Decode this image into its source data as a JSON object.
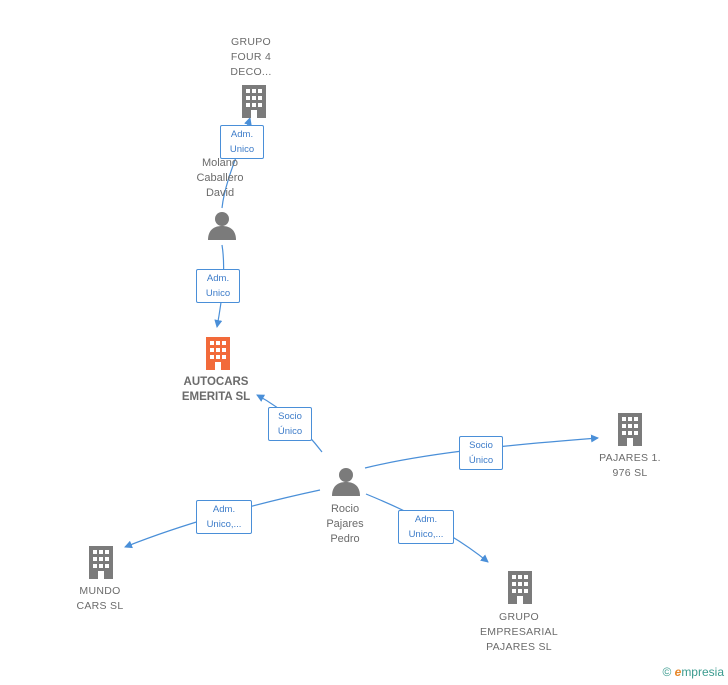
{
  "colors": {
    "edge": "#4a8fd8",
    "node_gray": "#7b7b7b",
    "focus": "#f26a3a"
  },
  "nodes": {
    "grupo_four": {
      "label": "GRUPO\nFOUR 4\nDECO...",
      "icon": "building-icon"
    },
    "molano": {
      "label": "Molano\nCaballero\nDavid",
      "icon": "person-icon"
    },
    "autocars": {
      "label": "AUTOCARS\nEMERITA  SL",
      "icon": "building-icon"
    },
    "pajares_1976": {
      "label": "PAJARES 1.\n976  SL",
      "icon": "building-icon"
    },
    "rocio": {
      "label": "Rocio\nPajares\nPedro",
      "icon": "person-icon"
    },
    "mundo_cars": {
      "label": "MUNDO\nCARS  SL",
      "icon": "building-icon"
    },
    "grupo_empresarial": {
      "label": "GRUPO\nEMPRESARIAL\nPAJARES  SL",
      "icon": "building-icon"
    }
  },
  "edges": {
    "e1": "Adm.\nUnico",
    "e2": "Adm.\nUnico",
    "e3": "Socio\nÚnico",
    "e4": "Socio\nÚnico",
    "e5": "Adm.\nUnico,...",
    "e6": "Adm.\nUnico,..."
  },
  "footer": {
    "copyright": "©",
    "brand_first": "e",
    "brand_rest": "mpresia"
  }
}
